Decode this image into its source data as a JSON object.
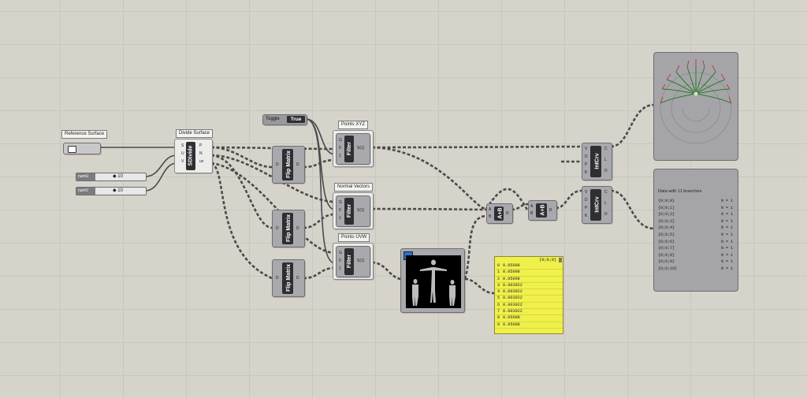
{
  "groups": {
    "reference_surface": "Reference Surface",
    "divide_surface": "Divide Surface",
    "points_xyz": "Points XYZ",
    "normal_vectors": "Normal Vectors",
    "points_uvw": "Points UVW"
  },
  "toggle": {
    "label": "Toggle",
    "value": "True"
  },
  "sliders": [
    {
      "name": "numU",
      "value": "◆ 10"
    },
    {
      "name": "numV",
      "value": "◆ 10"
    }
  ],
  "components": {
    "sdivide": "SDivide",
    "flip_matrix": "Flip Matrix",
    "filter": "Filter",
    "intcrv": "IntCrv",
    "aplusb": "A+B"
  },
  "ports": {
    "sdivide_in": [
      "S",
      "U",
      "V"
    ],
    "sdivide_out": [
      "P",
      "N",
      "uv"
    ],
    "flip_in": "D",
    "flip_out": "D",
    "filter_in": [
      "G",
      "0",
      "1"
    ],
    "filter_out": "S(1)",
    "intcrv_in": [
      "V",
      "D",
      "P",
      "K"
    ],
    "intcrv_out": [
      "C",
      "L",
      "D"
    ],
    "add_in": [
      "A",
      "B"
    ],
    "add_out": "R"
  },
  "yellow_panel": {
    "header": "{0;0;0}",
    "rows": [
      {
        "i": "0",
        "v": "0.05098"
      },
      {
        "i": "1",
        "v": "0.05098"
      },
      {
        "i": "2",
        "v": "0.05098"
      },
      {
        "i": "3",
        "v": "0.003922"
      },
      {
        "i": "4",
        "v": "0.003922"
      },
      {
        "i": "5",
        "v": "0.003922"
      },
      {
        "i": "6",
        "v": "0.003922"
      },
      {
        "i": "7",
        "v": "0.003922"
      },
      {
        "i": "8",
        "v": "0.05098"
      },
      {
        "i": "9",
        "v": "0.05098"
      }
    ]
  },
  "data_panel": {
    "title": "Data with 11 branches",
    "branches": [
      {
        "path": "{0;0;0}",
        "n": "N = 1"
      },
      {
        "path": "{0;0;1}",
        "n": "N = 1"
      },
      {
        "path": "{0;0;2}",
        "n": "N = 1"
      },
      {
        "path": "{0;0;3}",
        "n": "N = 1"
      },
      {
        "path": "{0;0;4}",
        "n": "N = 1"
      },
      {
        "path": "{0;0;5}",
        "n": "N = 1"
      },
      {
        "path": "{0;0;6}",
        "n": "N = 1"
      },
      {
        "path": "{0;0;7}",
        "n": "N = 1"
      },
      {
        "path": "{0;0;8}",
        "n": "N = 1"
      },
      {
        "path": "{0;0;9}",
        "n": "N = 1"
      },
      {
        "path": "{0;0;10}",
        "n": "N = 1"
      }
    ]
  },
  "colors": {
    "canvas": "#d6d3cb",
    "component": "#a9a9ad",
    "panel_yellow": "#f0f04a",
    "wire": "#5a5a5a"
  }
}
